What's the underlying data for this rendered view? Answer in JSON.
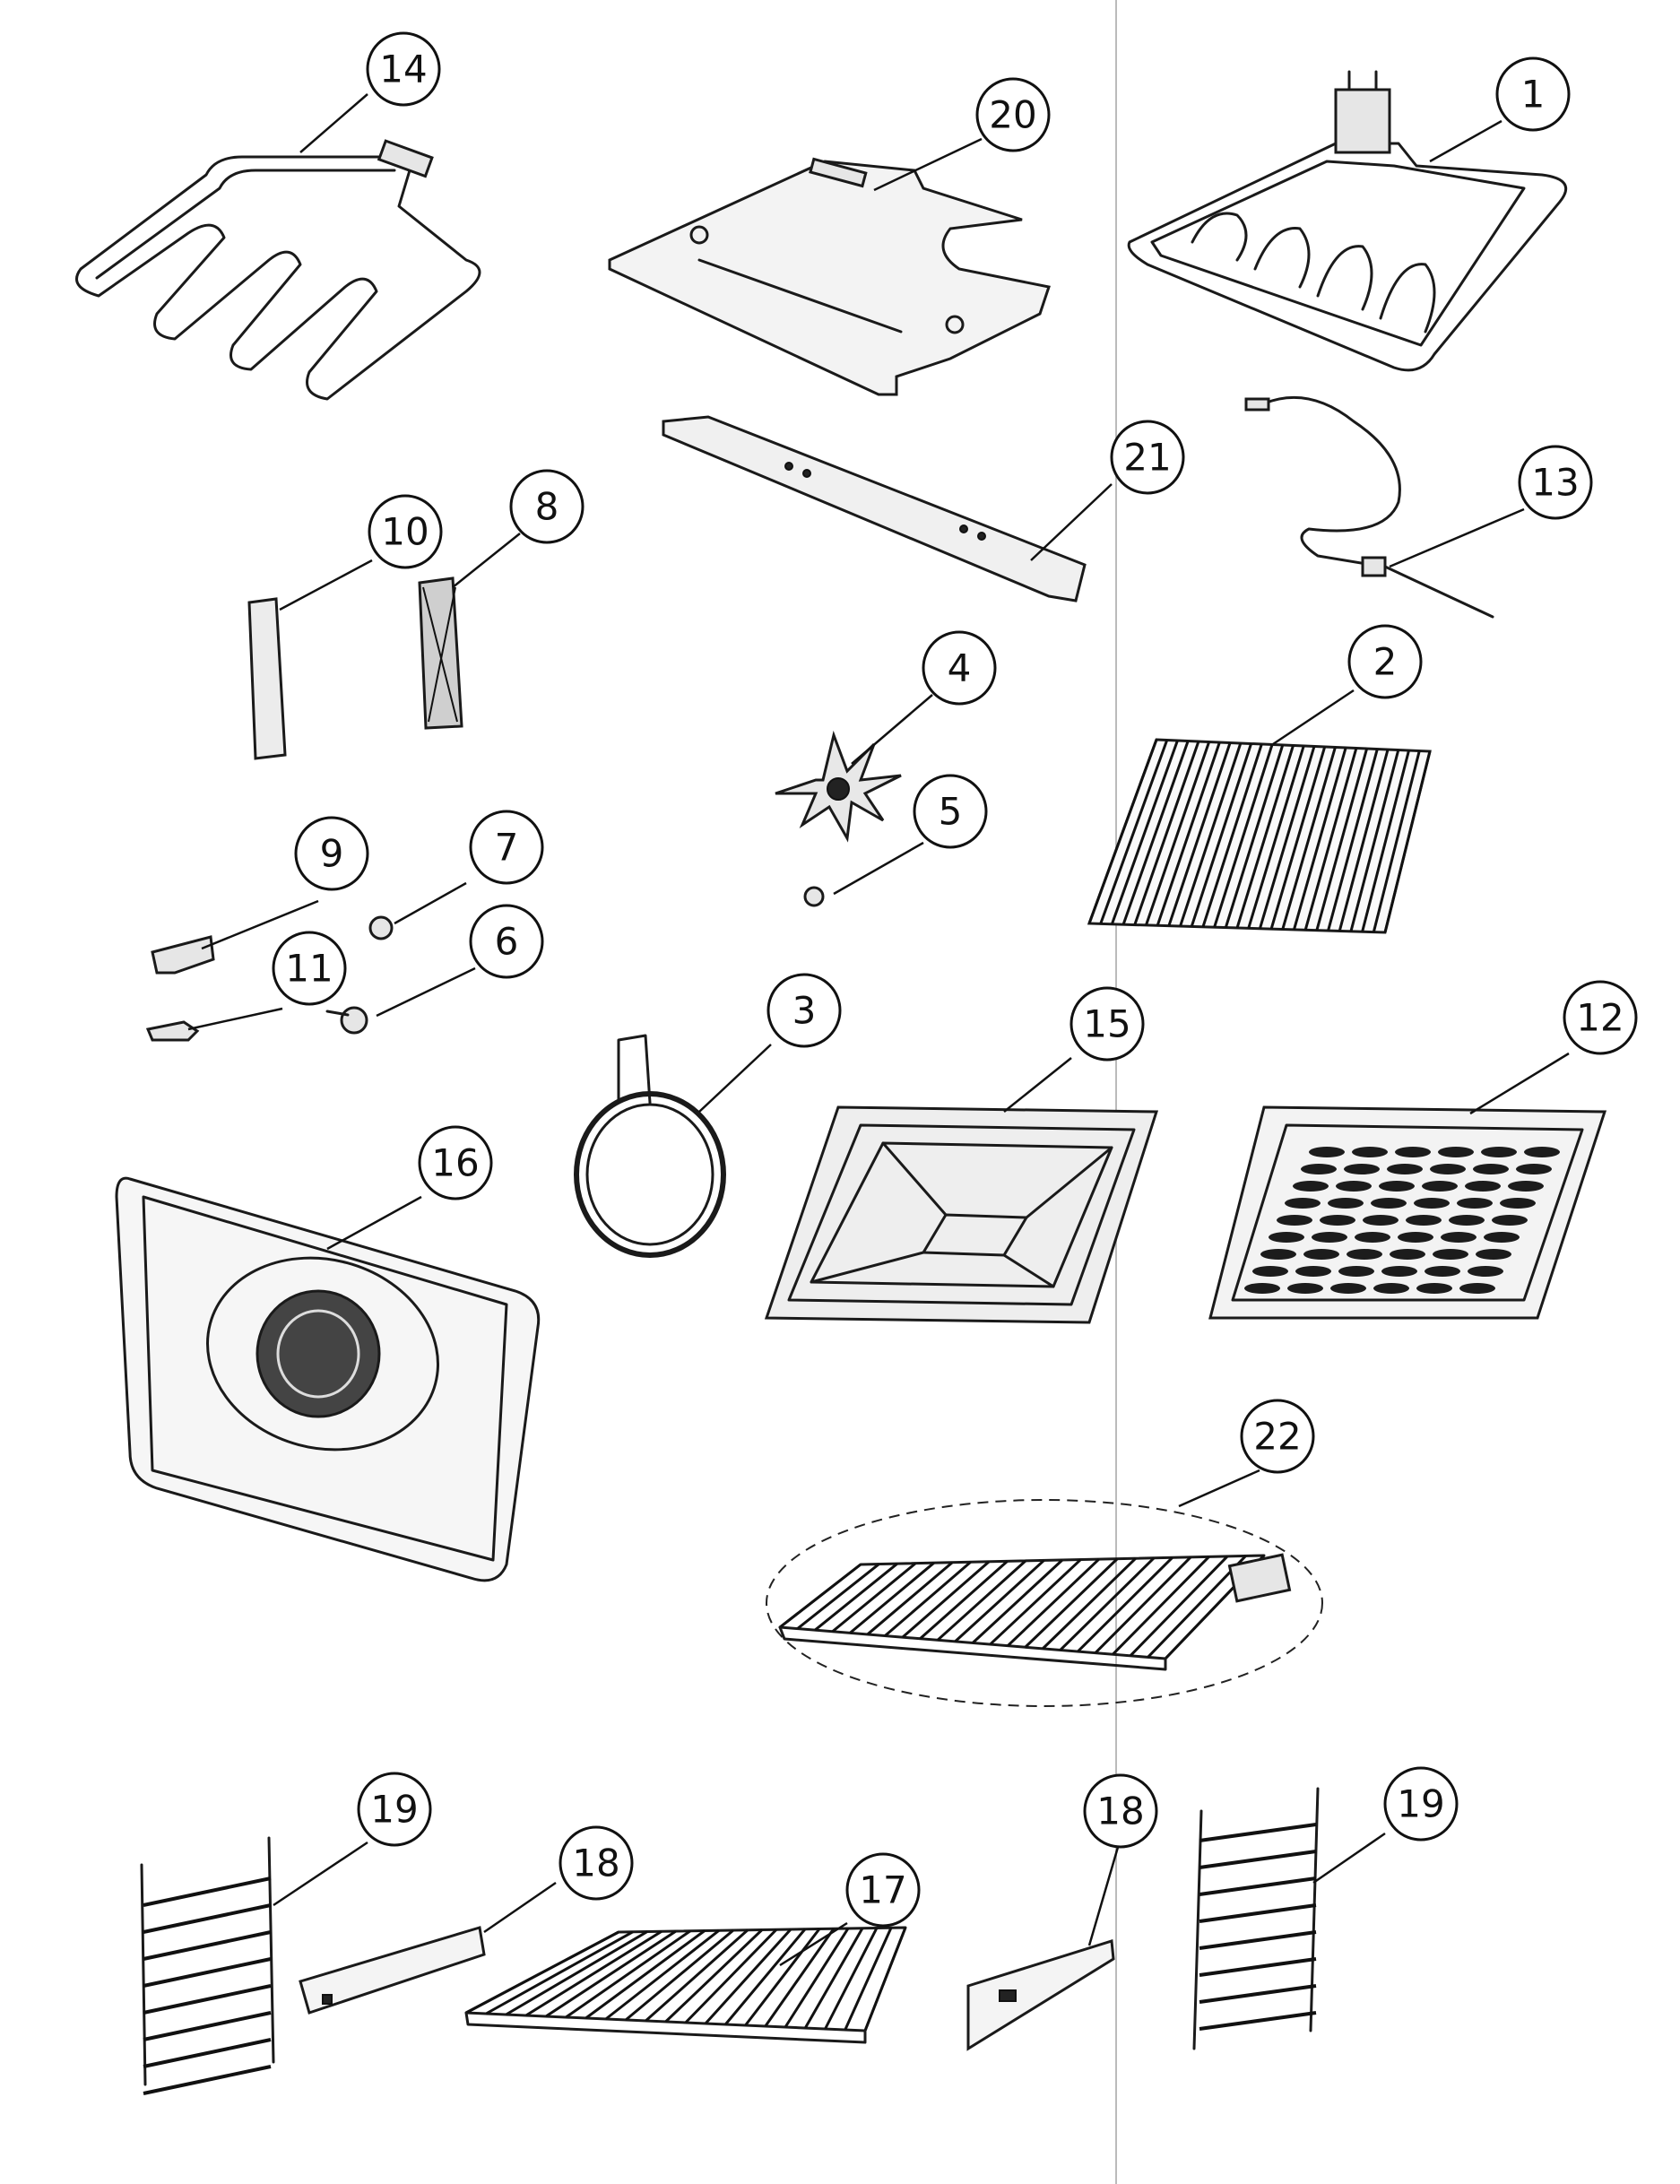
{
  "diagram": {
    "callouts": [
      {
        "id": "c14",
        "label": "14"
      },
      {
        "id": "c20",
        "label": "20"
      },
      {
        "id": "c1",
        "label": "1"
      },
      {
        "id": "c21",
        "label": "21"
      },
      {
        "id": "c13",
        "label": "13"
      },
      {
        "id": "c10",
        "label": "10"
      },
      {
        "id": "c8",
        "label": "8"
      },
      {
        "id": "c4",
        "label": "4"
      },
      {
        "id": "c2",
        "label": "2"
      },
      {
        "id": "c5",
        "label": "5"
      },
      {
        "id": "c9",
        "label": "9"
      },
      {
        "id": "c7",
        "label": "7"
      },
      {
        "id": "c11",
        "label": "11"
      },
      {
        "id": "c6",
        "label": "6"
      },
      {
        "id": "c3",
        "label": "3"
      },
      {
        "id": "c15",
        "label": "15"
      },
      {
        "id": "c12",
        "label": "12"
      },
      {
        "id": "c16",
        "label": "16"
      },
      {
        "id": "c22",
        "label": "22"
      },
      {
        "id": "c19a",
        "label": "19"
      },
      {
        "id": "c18a",
        "label": "18"
      },
      {
        "id": "c17",
        "label": "17"
      },
      {
        "id": "c18b",
        "label": "18"
      },
      {
        "id": "c19b",
        "label": "19"
      }
    ]
  }
}
